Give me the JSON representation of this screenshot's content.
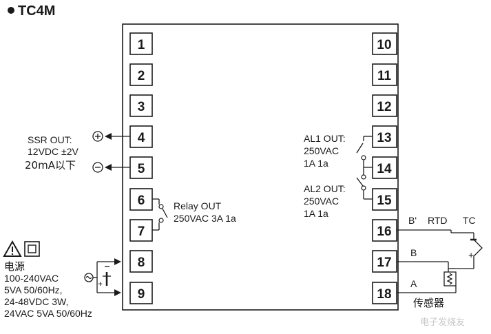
{
  "header": {
    "title": "TC4M"
  },
  "terminals": [
    "1",
    "2",
    "3",
    "4",
    "5",
    "6",
    "7",
    "8",
    "9",
    "10",
    "11",
    "12",
    "13",
    "14",
    "15",
    "16",
    "17",
    "18"
  ],
  "ssr": {
    "line1": "SSR OUT:",
    "line2": "12VDC ±2V",
    "line3": "20mA以下"
  },
  "relay": {
    "line1": "Relay OUT",
    "line2": "250VAC 3A 1a"
  },
  "al1": {
    "line1": "AL1 OUT:",
    "line2": "250VAC",
    "line3": "1A 1a"
  },
  "al2": {
    "line1": "AL2 OUT:",
    "line2": "250VAC",
    "line3": "1A 1a"
  },
  "power": {
    "title": "电源",
    "line1": "100-240VAC",
    "line2": "5VA 50/60Hz,",
    "line3": "24-48VDC 3W,",
    "line4": "24VAC 5VA 50/60Hz"
  },
  "sensor": {
    "b_prime": "B'",
    "rtd": "RTD",
    "tc": "TC",
    "b": "B",
    "a": "A",
    "label": "传感器"
  },
  "watermark": "电子发烧友"
}
